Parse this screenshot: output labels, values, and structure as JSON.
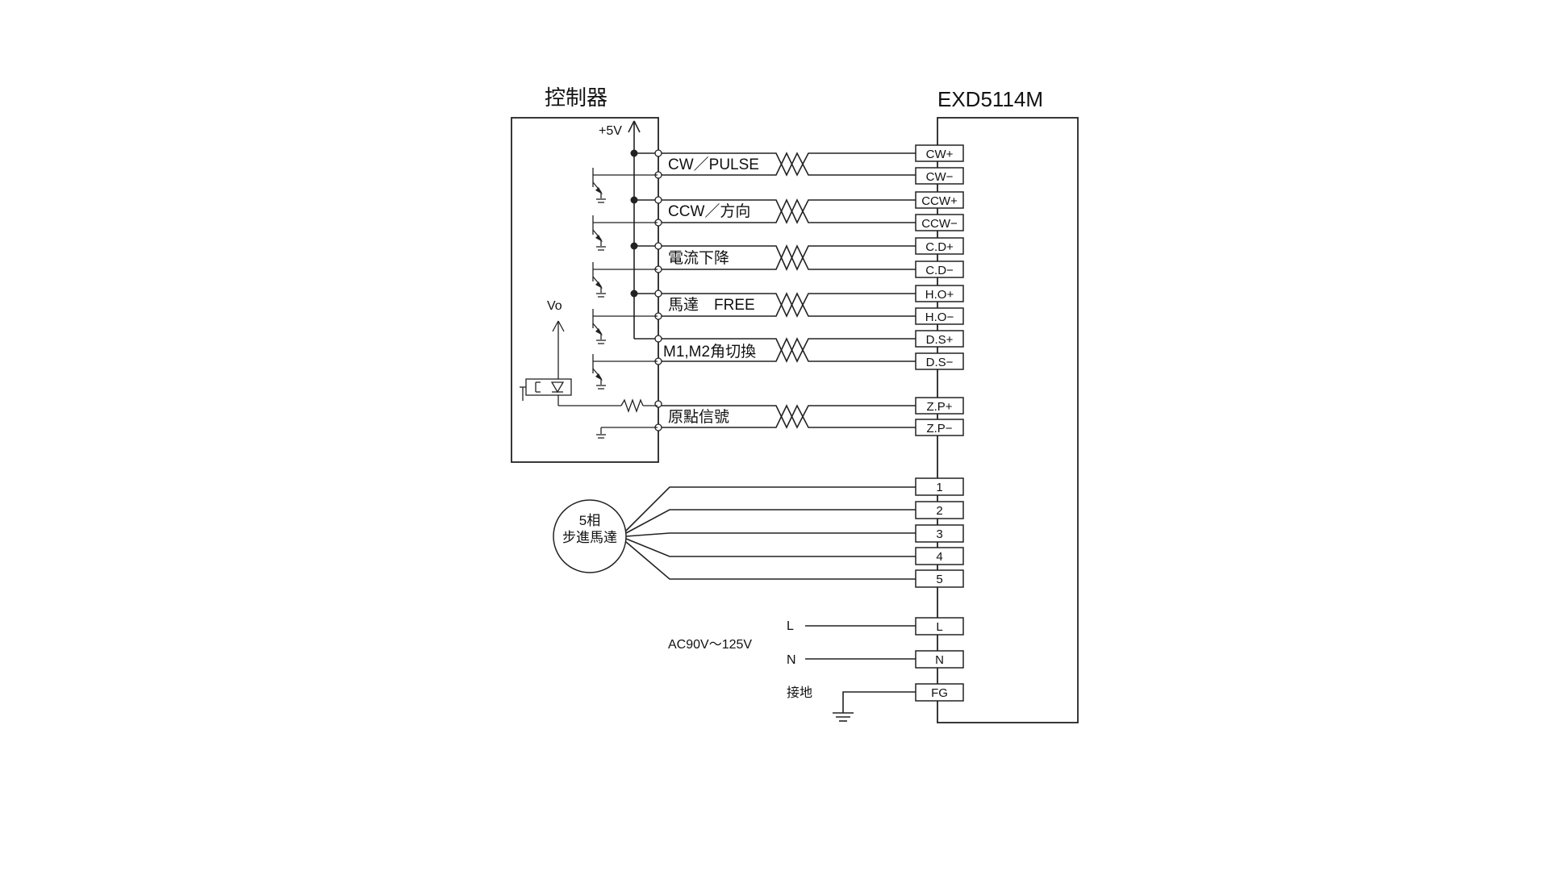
{
  "controller": {
    "title": "控制器",
    "supply": "+5V",
    "vo": "Vo"
  },
  "driver": {
    "title": "EXD5114M"
  },
  "signals": [
    {
      "label": "CW／PULSE",
      "terminals": [
        "CW+",
        "CW−"
      ]
    },
    {
      "label": "CCW／方向",
      "terminals": [
        "CCW+",
        "CCW−"
      ]
    },
    {
      "label": "電流下降",
      "terminals": [
        "C.D+",
        "C.D−"
      ]
    },
    {
      "label": "馬達　FREE",
      "terminals": [
        "H.O+",
        "H.O−"
      ]
    },
    {
      "label": "M1,M2角切換",
      "terminals": [
        "D.S+",
        "D.S−"
      ]
    },
    {
      "label": "原點信號",
      "terminals": [
        "Z.P+",
        "Z.P−"
      ]
    }
  ],
  "motor": {
    "line1": "5相",
    "line2": "步進馬達",
    "terminals": [
      "1",
      "2",
      "3",
      "4",
      "5"
    ]
  },
  "power": {
    "l": "L",
    "n": "N",
    "voltage": "AC90V〜125V",
    "ground": "接地",
    "terminals": [
      "L",
      "N",
      "FG"
    ]
  }
}
